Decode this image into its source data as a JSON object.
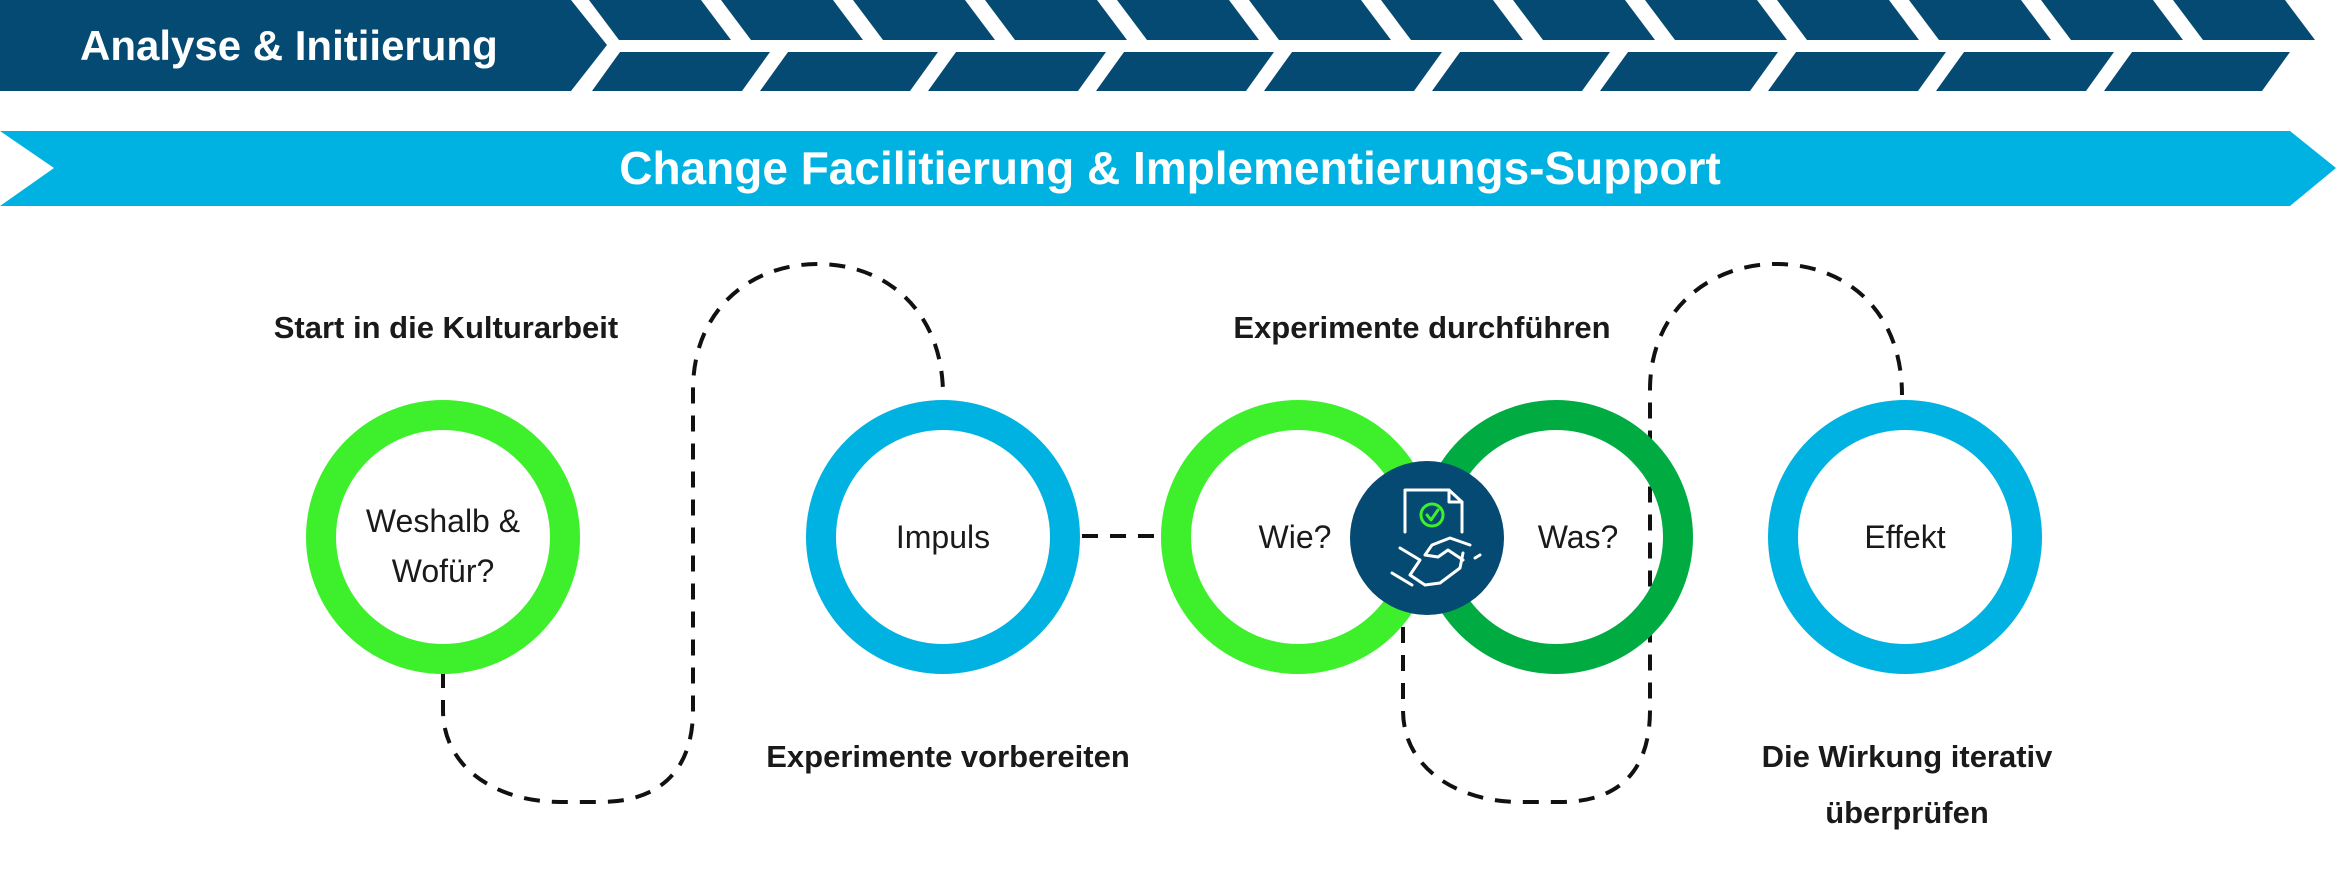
{
  "phases": {
    "analysis_label": "Analyse & Initiierung",
    "change_label": "Change Facilitierung & Implementierungs-Support"
  },
  "steps": {
    "start_label": "Start in die Kulturarbeit",
    "weshalb_line1": "Weshalb &",
    "weshalb_line2": "Wofür?",
    "impuls": "Impuls",
    "prepare_label": "Experimente vorbereiten",
    "wie": "Wie?",
    "was": "Was?",
    "conduct_label": "Experimente durchführen",
    "effekt": "Effekt",
    "review_line1": "Die Wirkung iterativ",
    "review_line2": "überprüfen"
  },
  "colors": {
    "navy": "#054a72",
    "cyan": "#00b2e2",
    "light_green": "#3ef02c",
    "dark_green": "#00ac42"
  }
}
